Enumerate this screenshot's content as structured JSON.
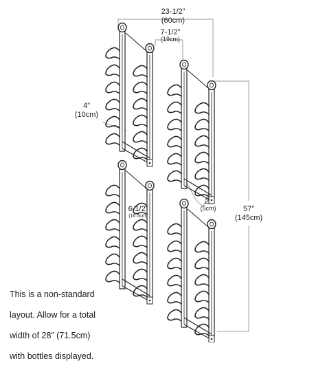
{
  "dimensions": {
    "total_width": {
      "imperial": "23-1/2”",
      "metric": "(60cm)"
    },
    "rack_offset": {
      "imperial": "7-1/2”",
      "metric": "(19cm)"
    },
    "bottle_spacing": {
      "imperial": "4”",
      "metric": "(10cm)"
    },
    "unit_gap_vertical": {
      "imperial": "6-1/2”",
      "metric": "(16.5cm)"
    },
    "unit_gap_side": {
      "imperial": "2”",
      "metric": "(5cm)"
    },
    "total_height": {
      "imperial": "57”",
      "metric": "(145cm)"
    }
  },
  "note": {
    "lines": [
      "This is a non-standard",
      "layout. Allow for a total",
      "width of 28” (71.5cm)",
      "with bottles displayed."
    ]
  },
  "racks": [
    {
      "name": "top-left",
      "pegs": 6
    },
    {
      "name": "top-right",
      "pegs": 6
    },
    {
      "name": "bottom-left",
      "pegs": 6
    },
    {
      "name": "bottom-right",
      "pegs": 6
    }
  ]
}
